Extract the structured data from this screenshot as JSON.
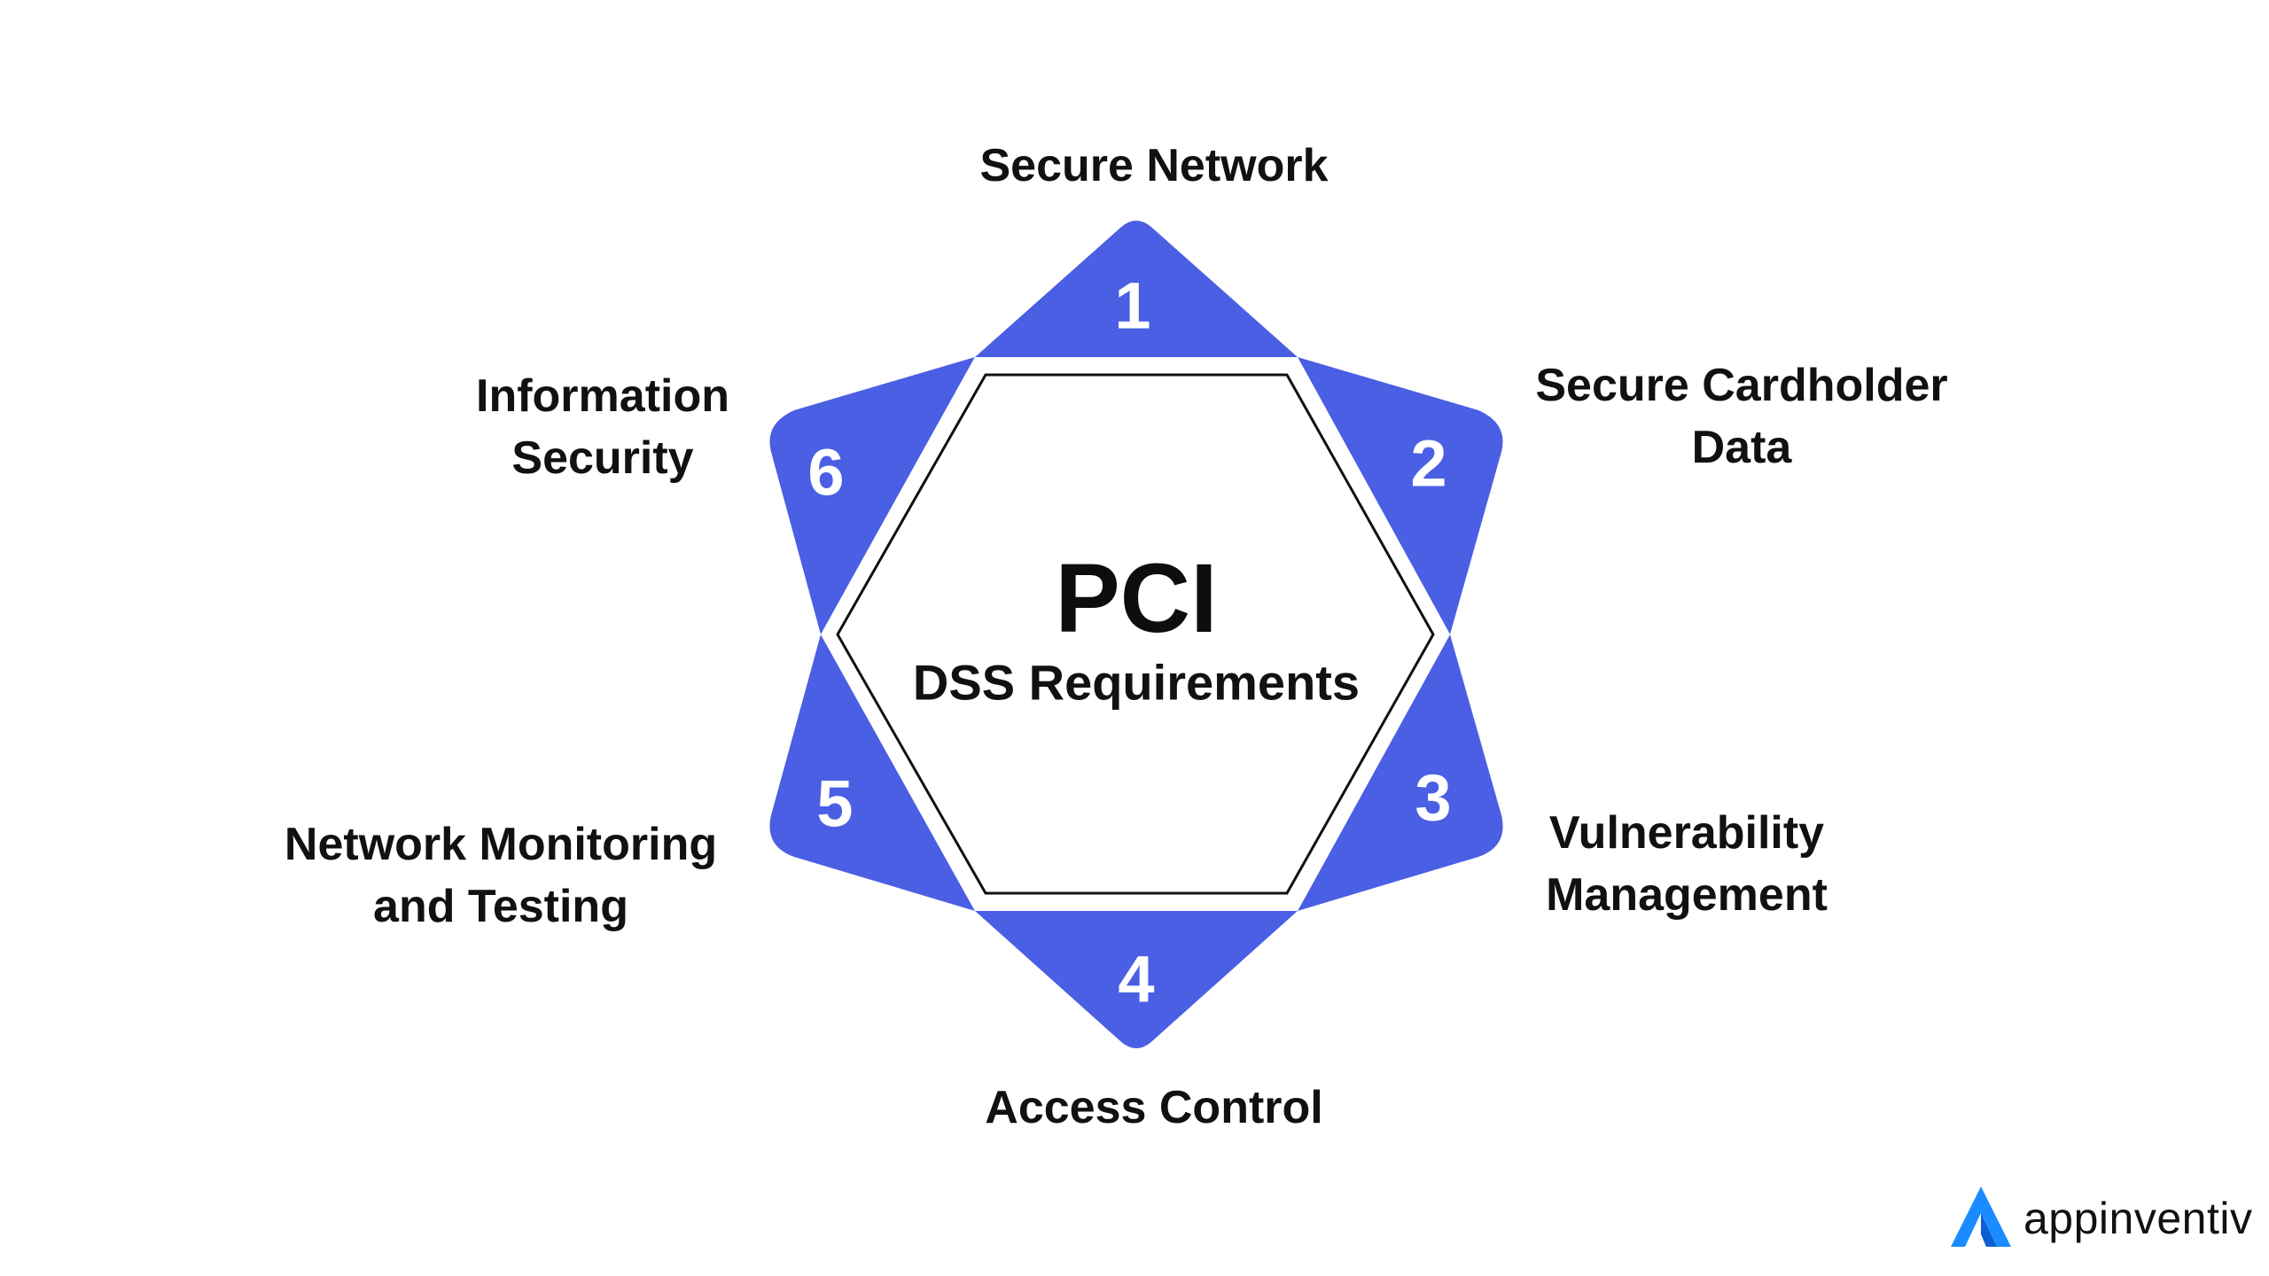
{
  "diagram": {
    "center": {
      "title": "PCI",
      "subtitle": "DSS Requirements"
    },
    "requirements": [
      {
        "number": "1",
        "label_lines": [
          "Secure Network"
        ]
      },
      {
        "number": "2",
        "label_lines": [
          "Secure Cardholder",
          "Data"
        ]
      },
      {
        "number": "3",
        "label_lines": [
          "Vulnerability",
          "Management"
        ]
      },
      {
        "number": "4",
        "label_lines": [
          "Access Control"
        ]
      },
      {
        "number": "5",
        "label_lines": [
          "Network Monitoring",
          "and Testing"
        ]
      },
      {
        "number": "6",
        "label_lines": [
          "Information",
          "Security"
        ]
      }
    ],
    "colors": {
      "accent": "#4a5fe3",
      "hexagon_stroke": "#111111",
      "logo_blue": "#1a8cff"
    }
  },
  "brand": {
    "logo_text": "appinventiv",
    "logo_icon": "appinventiv-logo-icon"
  }
}
